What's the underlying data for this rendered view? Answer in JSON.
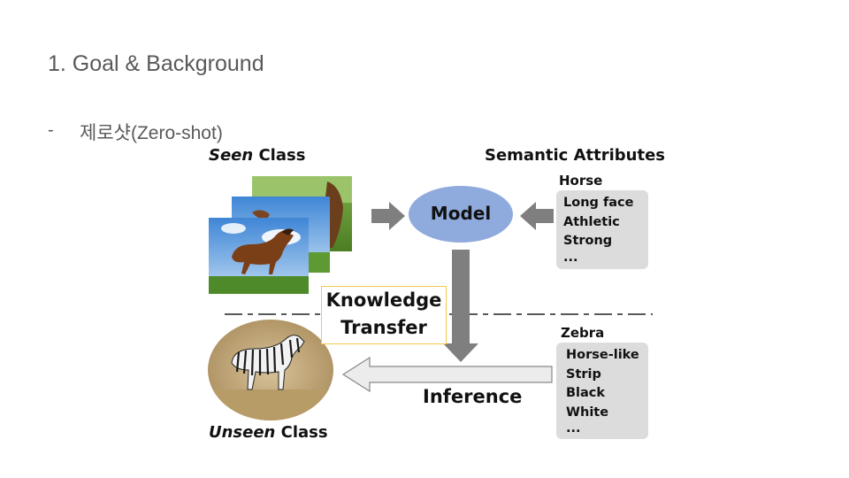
{
  "slide": {
    "title": "1.  Goal & Background",
    "bullet_dash": "-",
    "bullet_text": "제로샷(Zero-shot)"
  },
  "diagram": {
    "seen_label_italic": "Seen",
    "seen_label_rest": " Class",
    "unseen_label_italic": "Unseen",
    "unseen_label_rest": " Class",
    "semantic_title": "Semantic Attributes",
    "model_label": "Model",
    "knowledge_line1": "Knowledge",
    "knowledge_line2": "Transfer",
    "inference_label": "Inference",
    "horse": {
      "title": "Horse",
      "attributes": [
        "Long face",
        "Athletic",
        "Strong",
        "..."
      ]
    },
    "zebra": {
      "title": "Zebra",
      "attributes": [
        "Horse-like",
        "Strip",
        "Black",
        "White",
        "..."
      ]
    }
  },
  "colors": {
    "title_text": "#595959",
    "model_ellipse": "#8faadc",
    "arrow_gray": "#7f7f7f",
    "attribute_box": "#dcdcdc",
    "knowledge_border": "#f2c94c"
  }
}
